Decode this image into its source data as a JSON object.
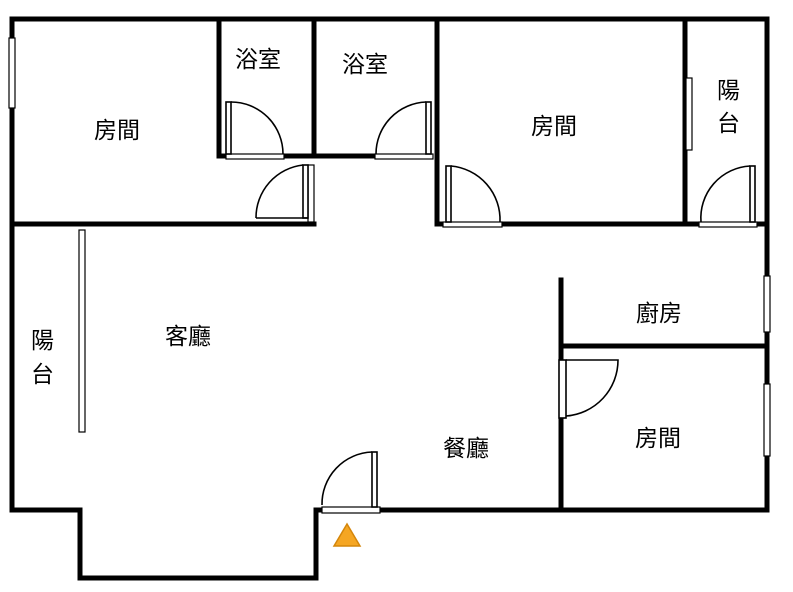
{
  "rooms": {
    "bedroom_top_left": "房間",
    "bathroom_1": "浴室",
    "bathroom_2": "浴室",
    "bedroom_top_right": "房間",
    "balcony_right_line1": "陽",
    "balcony_right_line2": "台",
    "balcony_left_line1": "陽",
    "balcony_left_line2": "台",
    "living_room": "客廳",
    "kitchen": "廚房",
    "dining_room": "餐廳",
    "bedroom_bottom_right": "房間"
  },
  "colors": {
    "wall": "#000000",
    "entrance_marker": "#f5a623",
    "entrance_marker_stroke": "#d4860b"
  },
  "icons": {
    "entrance": "entrance-triangle-icon",
    "door": "door-swing-icon",
    "window": "window-icon"
  }
}
